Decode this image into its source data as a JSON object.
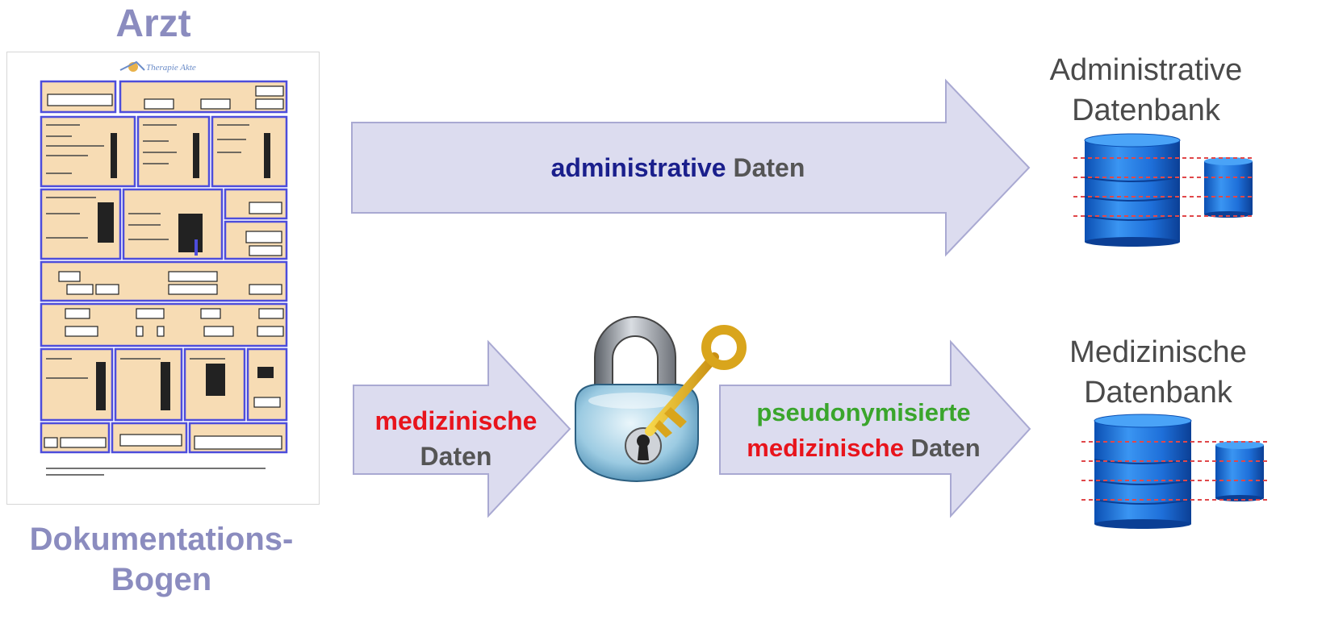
{
  "left": {
    "title": "Arzt",
    "caption_line1": "Dokumentations-",
    "caption_line2": "Bogen",
    "form_logo": "Therapie Akte"
  },
  "top_arrow": {
    "word1": "administrative",
    "word2": "Daten",
    "color1": "#1a1f8c",
    "color2": "#555555"
  },
  "bottom_left_arrow": {
    "line1": "medizinische",
    "line2": "Daten",
    "color1": "#e8141c",
    "color2": "#555555"
  },
  "bottom_right_arrow": {
    "line1": "pseudonymisierte",
    "line2_word1": "medizinische",
    "line2_word2": "Daten",
    "color1": "#3aa52c",
    "color2": "#e8141c",
    "color3": "#555555"
  },
  "admin_db": {
    "line1": "Administrative",
    "line2": "Datenbank"
  },
  "med_db": {
    "line1": "Medizinische",
    "line2": "Datenbank"
  },
  "icons": {
    "lock": "padlock-with-key-icon",
    "database": "database-icon"
  },
  "colors": {
    "arrow_fill": "#dcdcef",
    "arrow_stroke": "#a9a9d2",
    "form_fill": "#f7dcb4",
    "form_border": "#4d4ddb",
    "db_blue": "#1d6fd6",
    "db_dashes": "#e0484a"
  }
}
